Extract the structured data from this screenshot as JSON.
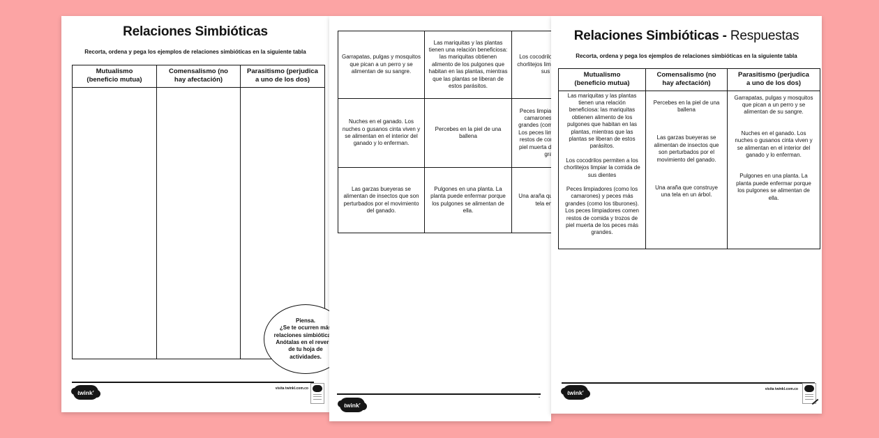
{
  "colors": {
    "background": "#fca4a4",
    "page": "#ffffff",
    "ink": "#141414"
  },
  "table_headers": [
    {
      "line1": "Mutualismo",
      "line2": "(beneficio mutua)"
    },
    {
      "line1": "Comensalismo (no",
      "line2": "hay afectación)"
    },
    {
      "line1": "Parasitismo (perjudica",
      "line2": "a uno de los dos)"
    }
  ],
  "worksheet": {
    "title": "Relaciones Simbióticas",
    "subtitle": "Recorta, ordena y pega los ejemplos de relaciones simbióticas en la siguiente tabla",
    "think_note_lines": [
      "Piensa.",
      "¿Se te ocurren más",
      "relaciones simbióticas?",
      "Anótalas en el reverso",
      "de tu hoja de",
      "actividades."
    ],
    "footer": {
      "logo": "twinkl",
      "visit": "visita twinkl.com.co"
    }
  },
  "cards": {
    "rows": [
      [
        "Garrapatas, pulgas y mosquitos que pican a un perro y se alimentan de su sangre.",
        "Las mariquitas y las plantas tienen una relación beneficiosa: las mariquitas obtienen alimento de los pulgones que habitan en las plantas, mientras que las plantas se liberan de estos parásitos.",
        "Los cocodrilos permiten a los chorlitejos limpiar la comida de sus dientes"
      ],
      [
        "Nuches en el ganado. Los nuches o gusanos cinta viven y se alimentan en el interior del ganado y lo enferman.",
        "Percebes en la piel de una ballena",
        "Peces limpiadores (como los camarones) y peces más grandes (como los tiburones). Los peces limpiadores comen restos de comida y trozos de piel muerta de los peces más grandes."
      ],
      [
        "Las garzas bueyeras se alimentan de insectos que son perturbados por el movimiento del ganado.",
        "Pulgones en una planta. La planta puede enfermar porque los pulgones se alimentan de ella.",
        "Una araña que construye una tela en un árbol."
      ]
    ],
    "footer": {
      "logo": "twinkl",
      "dot": "."
    }
  },
  "answers": {
    "title": "Relaciones Simbióticas -",
    "title_suffix": "Respuestas",
    "subtitle": "Recorta, ordena y pega los ejemplos de relaciones simbióticas en la siguiente tabla",
    "columns": {
      "mutualismo": [
        "Las mariquitas y las plantas tienen una relación beneficiosa: las mariquitas obtienen alimento de los pulgones que habitan en las plantas, mientras que las plantas se liberan de estos parásitos.",
        "Los cocodrilos permiten a los chorlitejos limpiar la comida de sus dientes",
        "Peces limpiadores (como los camarones) y peces más grandes (como los tiburones). Los peces limpiadores comen restos de comida y trozos de piel muerta de los peces más grandes."
      ],
      "comensalismo": [
        "Percebes en la piel de una ballena",
        "Las garzas bueyeras se alimentan de insectos que son perturbados por el movimiento del ganado.",
        "Una araña que construye una tela en un árbol."
      ],
      "parasitismo": [
        "Garrapatas, pulgas y mosquitos que pican a un perro y se alimentan de su sangre.",
        "Nuches en el ganado. Los nuches o gusanos cinta viven y se alimentan en el interior del ganado y lo enferman.",
        "Pulgones en una planta. La planta puede enfermar porque los pulgones se alimentan de ella."
      ]
    },
    "footer": {
      "logo": "twinkl",
      "visit": "visita twinkl.com.co"
    }
  }
}
